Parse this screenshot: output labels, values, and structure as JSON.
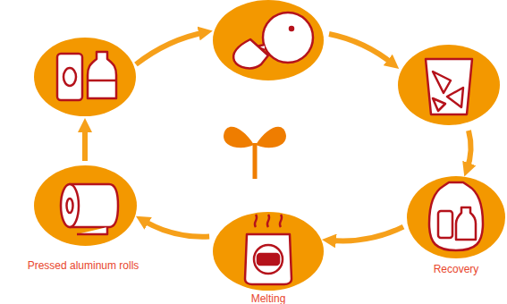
{
  "diagram": {
    "nodes": [
      {
        "text": [
          "Pressed aluminum rolls"
        ]
      },
      {
        "text": [
          "Melting"
        ]
      },
      {
        "text": [
          "Recovery"
        ]
      }
    ],
    "edges": [
      {
        "from": 2,
        "to": 1,
        "arrow": "to"
      },
      {
        "from": 1,
        "to": 0,
        "arrow": "to"
      }
    ]
  }
}
